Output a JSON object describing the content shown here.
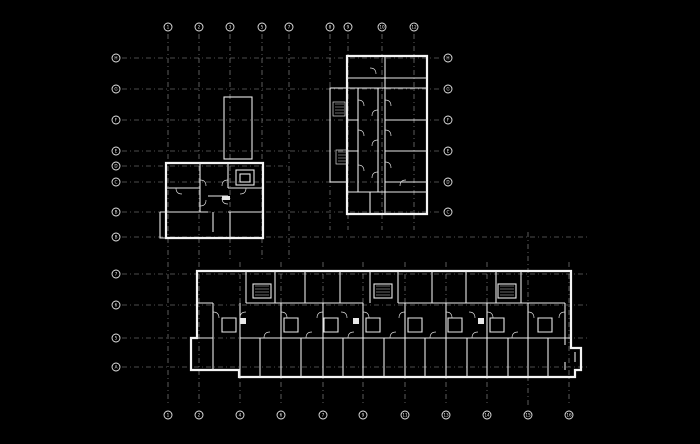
{
  "drawing": {
    "background": "#000000",
    "linework_color": "#f4f4f4",
    "grid_color": "#9a9a9a"
  },
  "grid_bubbles": {
    "top": [
      "1",
      "2",
      "3",
      "5",
      "7",
      "8",
      "9",
      "10",
      "12"
    ],
    "bottom": [
      "1",
      "2",
      "4",
      "6",
      "7",
      "9",
      "11",
      "13",
      "14",
      "15",
      "16"
    ],
    "left": [
      "H",
      "G",
      "F",
      "E",
      "D",
      "C",
      "B",
      "B",
      "7",
      "6",
      "5",
      "A"
    ],
    "right_upper": [
      "H",
      "G",
      "F",
      "E",
      "D",
      "C"
    ]
  }
}
